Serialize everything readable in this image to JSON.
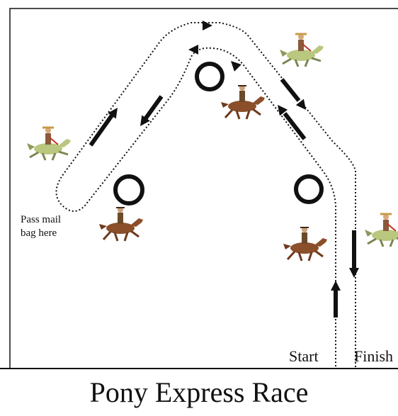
{
  "labels": {
    "pass_mail_line1": "Pass mail",
    "pass_mail_line2": "bag here",
    "start": "Start",
    "finish": "Finish"
  },
  "title": "Pony Express Race",
  "colors": {
    "line": "#111111",
    "horse": "#8b4f2a",
    "horse_green": "#b9c77f",
    "rider": "#6b4b2a"
  },
  "icons": [
    "barrel-icon",
    "horse-rider-icon",
    "arrow-icon"
  ]
}
